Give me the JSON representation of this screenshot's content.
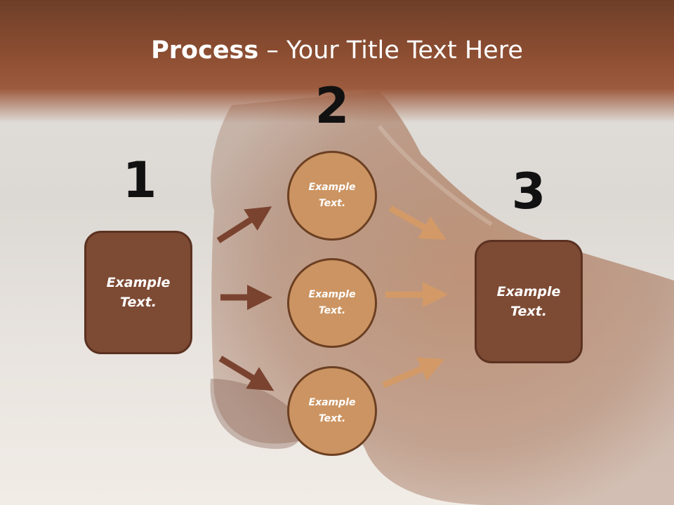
{
  "slide": {
    "title_bold": "Process",
    "title_rest": " – Your Title Text Here"
  },
  "steps": {
    "n1": "1",
    "n2": "2",
    "n3": "3"
  },
  "boxes": {
    "left": "Example Text.",
    "right": "Example Text."
  },
  "circles": {
    "top": "Example Text.",
    "middle": "Example Text.",
    "bottom": "Example Text."
  },
  "colors": {
    "title_band": "#8d4e32",
    "box_fill": "#7d4a34",
    "circle_fill": "#cc9462",
    "arrow_dark": "#7a4330",
    "arrow_light": "#d39a67"
  }
}
